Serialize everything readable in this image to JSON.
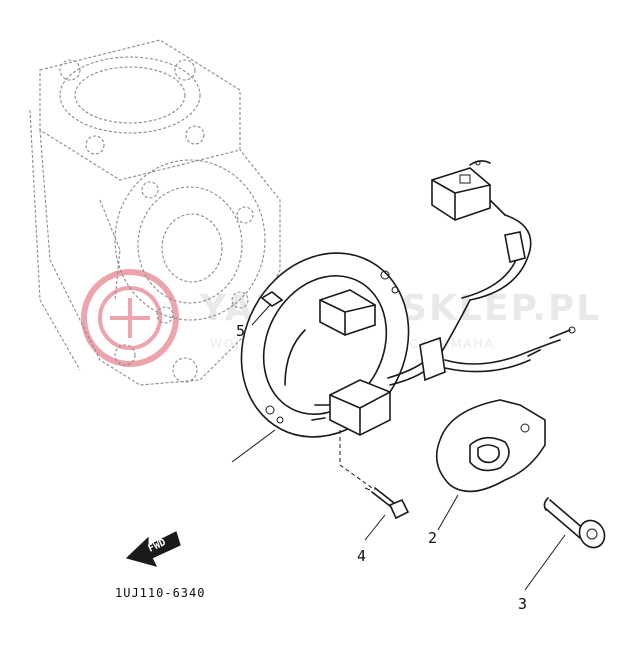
{
  "diagram": {
    "code": "1UJ110-6340",
    "fwd_label": "FWD",
    "callouts": [
      {
        "id": "callout-5",
        "label": "5"
      },
      {
        "id": "callout-4",
        "label": "4"
      },
      {
        "id": "callout-2",
        "label": "2"
      },
      {
        "id": "callout-3",
        "label": "3"
      }
    ]
  },
  "watermark": {
    "title": "YAMAHA-SKLEP.PL",
    "subtitle": "WOJCIECHOWICZ-DOSTAWCY-YAMAHA",
    "color": "#e05a6a"
  },
  "colors": {
    "ink": "#1a1a1a",
    "ghost": "#8a8a8a",
    "watermark_text": "#d8d8d8"
  },
  "icons": [
    "fwd-arrow-icon",
    "watermark-logo-icon"
  ]
}
